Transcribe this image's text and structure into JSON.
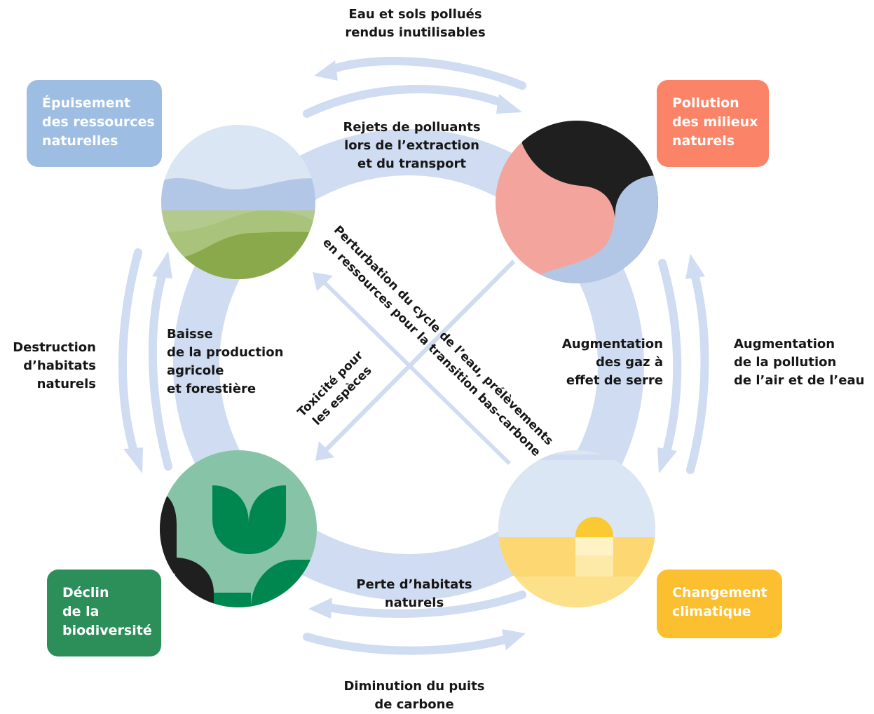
{
  "colors": {
    "ring": "#cfdcf1",
    "arrow": "#cfdcf1",
    "box_resources": "#9dbde3",
    "box_pollution": "#fb8367",
    "box_biodiversity": "#2c8f5a",
    "box_climate": "#fbbf30",
    "text": "#161616"
  },
  "boxes": {
    "resources": [
      "Épuisement",
      "des ressources",
      "naturelles"
    ],
    "pollution": [
      "Pollution",
      "des milieux",
      "naturels"
    ],
    "biodiversity": [
      "Déclin",
      "de la",
      "biodiversité"
    ],
    "climate": [
      "Changement",
      "climatique"
    ]
  },
  "labels": {
    "top_outer": [
      "Eau et sols pollués",
      "rendus inutilisables"
    ],
    "top_inner": [
      "Rejets de polluants",
      "lors de l’extraction",
      "et du transport"
    ],
    "left_outer": [
      "Destruction",
      "d’habitats",
      "naturels"
    ],
    "left_inner": [
      "Baisse",
      "de la production",
      "agricole",
      "et forestière"
    ],
    "right_inner": [
      "Augmentation",
      "des gaz à",
      "effet de serre"
    ],
    "right_outer": [
      "Augmentation",
      "de la pollution",
      "de l’air et de l’eau"
    ],
    "bottom_inner": [
      "Perte d’habitats",
      "naturels"
    ],
    "bottom_outer": [
      "Diminution du puits",
      "de carbone"
    ],
    "diag_down": [
      "Perturbation du cycle de l’eau, prélèvements",
      "en ressources pour la transition bas-carbone"
    ],
    "diag_up": [
      "Toxicité pour",
      "les espèces"
    ]
  },
  "icons": {
    "top_left": "landscape-icon",
    "top_right": "pollution-swirl-icon",
    "bottom_left": "leaf-sprout-icon",
    "bottom_right": "sunset-icon"
  }
}
